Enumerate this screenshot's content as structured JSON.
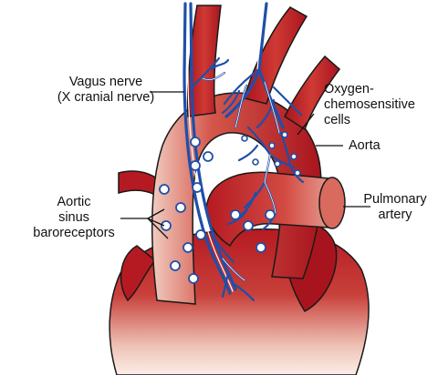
{
  "labels": {
    "vagus_line1": "Vagus nerve",
    "vagus_line2": "(X cranial nerve)",
    "oxygen_line1": "Oxygen-",
    "oxygen_line2": "chemosensitive",
    "oxygen_line3": "cells",
    "aorta": "Aorta",
    "aortic_line1": "Aortic",
    "aortic_line2": "sinus",
    "aortic_line3": "baroreceptors",
    "pulmonary_line1": "Pulmonary",
    "pulmonary_line2": "artery"
  },
  "colors": {
    "vessel_dark": "#b51a22",
    "vessel_light": "#f8e6df",
    "nerve": "#1f4fa8",
    "label_line": "#111111"
  }
}
